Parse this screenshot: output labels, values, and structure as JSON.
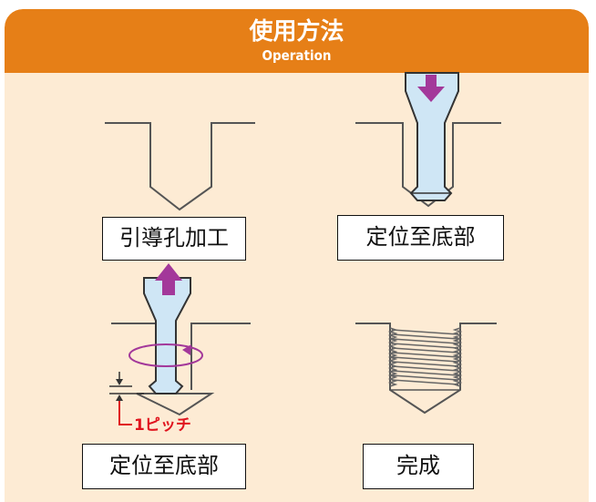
{
  "header": {
    "title": "使用方法",
    "subtitle": "Operation"
  },
  "steps": [
    {
      "label": "引導孔加工"
    },
    {
      "label": "定位至底部"
    },
    {
      "label": "定位至底部"
    },
    {
      "label": "完成"
    }
  ],
  "annotation": {
    "pitch": "1ピッチ"
  },
  "colors": {
    "header": "#e67f17",
    "background": "#fdebd4",
    "tool_body": "#cfe6f5",
    "arrow": "#a3389a",
    "pitch_text": "#e0141e"
  }
}
